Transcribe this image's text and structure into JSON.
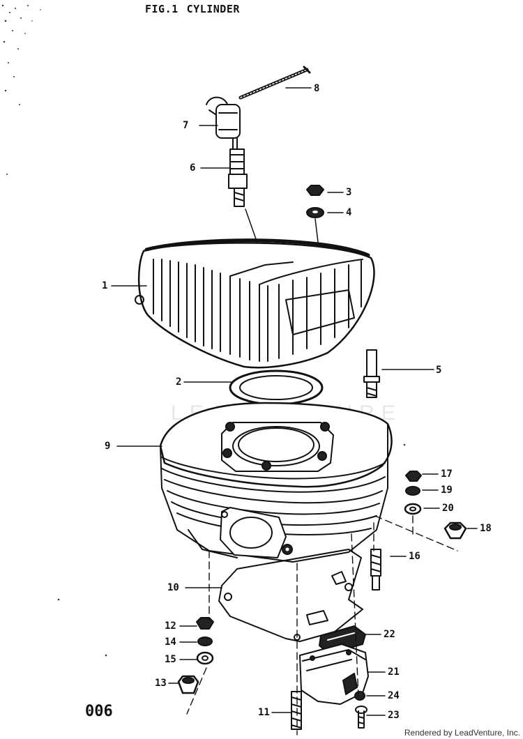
{
  "figure": {
    "label": "FIG.1",
    "name": "CYLINDER"
  },
  "page_number": "006",
  "credit": "Rendered by LeadVenture, Inc.",
  "watermark": "LEADVENTURE",
  "callouts": [
    "1",
    "2",
    "3",
    "4",
    "5",
    "6",
    "7",
    "8",
    "9",
    "10",
    "11",
    "12",
    "13",
    "14",
    "15",
    "16",
    "17",
    "18",
    "19",
    "20",
    "21",
    "22",
    "23",
    "24"
  ],
  "colors": {
    "ink": "#111111",
    "paper": "#ffffff"
  }
}
